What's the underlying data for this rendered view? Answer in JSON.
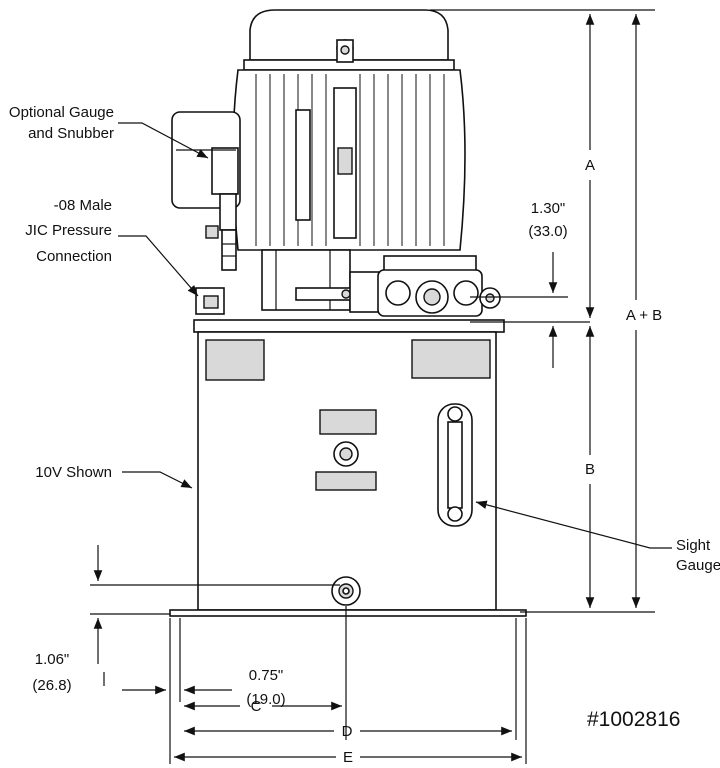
{
  "labels": {
    "gauge_line1": "Optional Gauge",
    "gauge_line2": "and Snubber",
    "jic_line1": "-08 Male",
    "jic_line2": "JIC Pressure",
    "jic_line3": "Connection",
    "shown": "10V Shown",
    "sight_line1": "Sight",
    "sight_line2": "Gauge",
    "part_number": "#1002816"
  },
  "dimensions": {
    "a": "A",
    "a_plus_b": "A + B",
    "b": "B",
    "c": "C",
    "d": "D",
    "e": "E",
    "offset_top_in": "1.30\"",
    "offset_top_mm": "(33.0)",
    "offset_bottom_in": "1.06\"",
    "offset_bottom_mm": "(26.8)",
    "flange_in": "0.75\"",
    "flange_mm": "(19.0)"
  }
}
